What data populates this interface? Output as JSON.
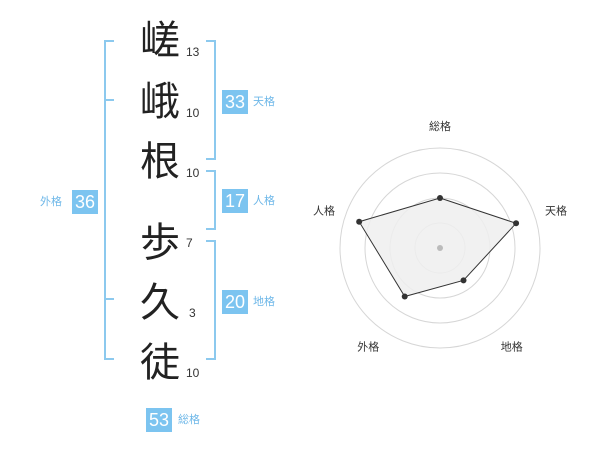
{
  "name": {
    "surname": [
      {
        "char": "嵯",
        "strokes": "13"
      },
      {
        "char": "峨",
        "strokes": "10"
      },
      {
        "char": "根",
        "strokes": "10"
      }
    ],
    "given": [
      {
        "char": "歩",
        "strokes": "7"
      },
      {
        "char": "久",
        "strokes": "3"
      },
      {
        "char": "徒",
        "strokes": "10"
      }
    ]
  },
  "scores": {
    "tenkaku": {
      "value": "33",
      "label": "天格"
    },
    "jinkaku": {
      "value": "17",
      "label": "人格"
    },
    "chikaku": {
      "value": "20",
      "label": "地格"
    },
    "gaikaku": {
      "value": "36",
      "label": "外格"
    },
    "soukaku": {
      "value": "53",
      "label": "総格"
    }
  },
  "radar": {
    "axes": [
      "総格",
      "天格",
      "地格",
      "外格",
      "人格"
    ],
    "levels": [
      0.5,
      0.8,
      0.4,
      0.6,
      0.85
    ],
    "rings": 4
  },
  "colors": {
    "accent": "#7cc4f0",
    "bracket": "#8cc9ee",
    "radar_fill": "#efefef",
    "radar_line": "#333333"
  }
}
